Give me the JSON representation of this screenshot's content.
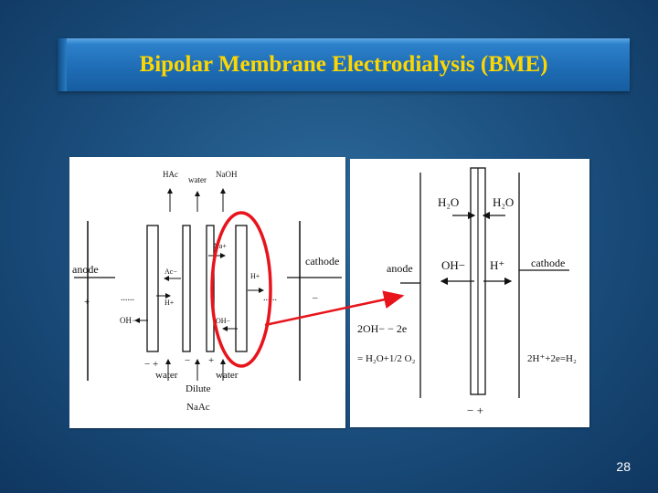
{
  "slide": {
    "title": "Bipolar Membrane Electrodialysis (BME)",
    "page_number": "28"
  },
  "left_diagram": {
    "top_labels": [
      "HAc",
      "water",
      "NaOH"
    ],
    "anode": "anode",
    "cathode": "cathode",
    "plus": "+",
    "minus": "–",
    "dots": "......",
    "ions": {
      "ac": "Ac−",
      "h_left": "H+",
      "oh_left": "OH−",
      "na": "Na+",
      "h_circle": "H+",
      "oh_circle": "OH−"
    },
    "bottom_signs": [
      "− +",
      "−",
      "+"
    ],
    "bottom_labels": {
      "water_left": "water",
      "dilute": "Dilute",
      "naac": "NaAc",
      "water_right": "water"
    },
    "highlight_color": "#e8141c"
  },
  "right_diagram": {
    "anode": "anode",
    "cathode": "cathode",
    "h2o_left": "H₂O",
    "h2o_right": "H₂O",
    "oh": "OH−",
    "h": "H⁺",
    "eq_anode_1": "2OH− − 2e",
    "eq_anode_2": "= H₂O+1/2 O₂",
    "eq_cathode": "2H⁺+2e=H₂",
    "bottom_signs": "− +"
  },
  "colors": {
    "title_text": "#ffd700",
    "arrow": "#e8141c"
  }
}
